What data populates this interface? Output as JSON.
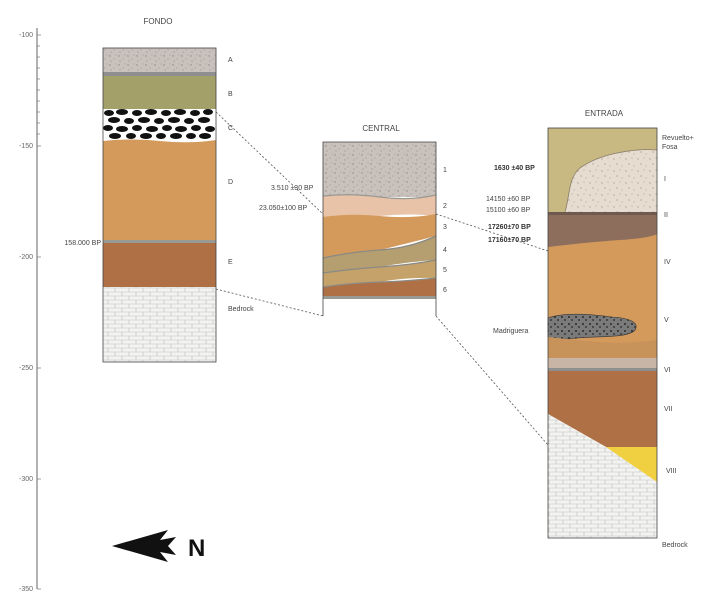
{
  "scale": {
    "ticks": [
      "-100",
      "-150",
      "-200",
      "-250",
      "-300",
      "-350"
    ]
  },
  "columns": {
    "fondo": {
      "title": "FONDO",
      "layers": [
        "A",
        "B",
        "C",
        "D",
        "E"
      ],
      "bedrock": "Bedrock",
      "dates": [
        "158.000 BP"
      ]
    },
    "central": {
      "title": "CENTRAL",
      "layers": [
        "1",
        "2",
        "3",
        "4",
        "5",
        "6"
      ],
      "dates": [
        "3.510 ±30 BP",
        "23.050±100 BP"
      ]
    },
    "entrada": {
      "title": "ENTRADA",
      "layers": [
        "Revuelto+",
        "Fosa",
        "I",
        "II",
        "IV",
        "V",
        "VI",
        "VII",
        "VIII"
      ],
      "bedrock": "Bedrock",
      "feature": "Madriguera",
      "dates": [
        "1630 ±40 BP",
        "14150 ±60 BP",
        "15100 ±60 BP",
        "17260±70 BP",
        "17160±70 BP"
      ]
    }
  },
  "north_label": "N",
  "colors": {
    "gravel": "#c9c2bd",
    "olive": "#a3a06a",
    "orange": "#d49a5c",
    "brown": "#b07045",
    "grey": "#9a9a95",
    "pink": "#e8c3a8",
    "khaki": "#b59e70",
    "tan": "#c4a26a",
    "darkbrown": "#8d6e5c",
    "yellow": "#f0d040",
    "bedrock_bg": "#f2f2f0",
    "line": "#555555"
  }
}
